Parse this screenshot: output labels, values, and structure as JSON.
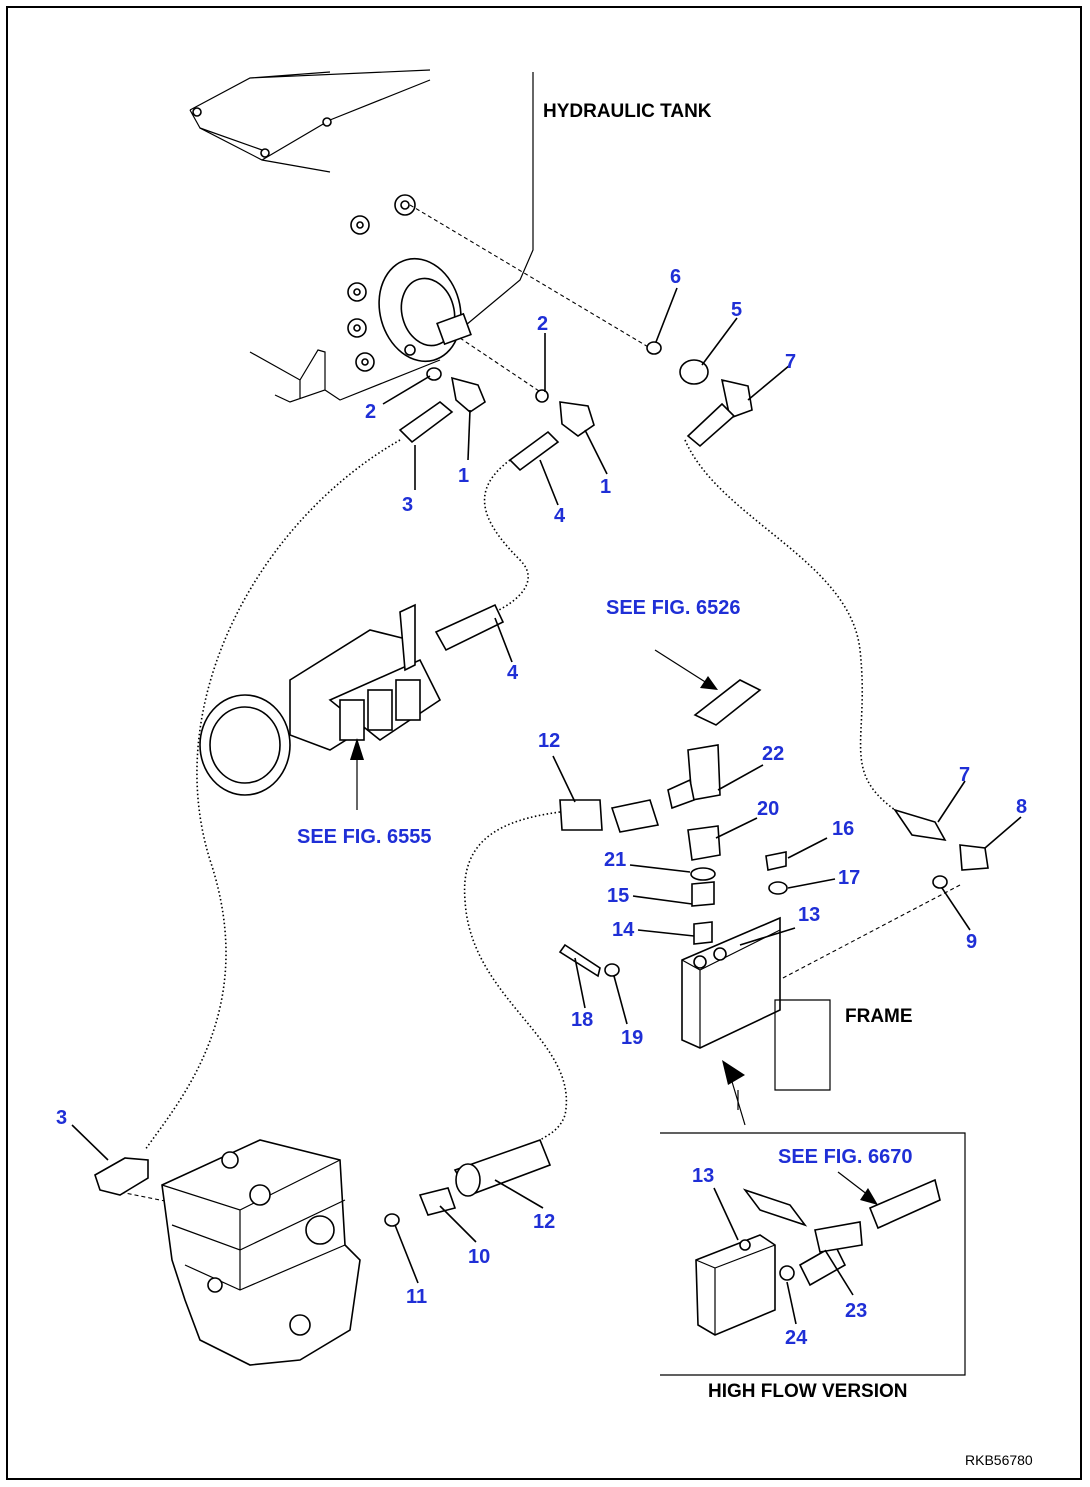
{
  "labels": {
    "hydraulic_tank": "HYDRAULIC TANK",
    "see_fig_6526": "SEE FIG. 6526",
    "see_fig_6555": "SEE FIG. 6555",
    "frame": "FRAME",
    "see_fig_6670": "SEE FIG. 6670",
    "high_flow_version": "HIGH FLOW VERSION",
    "drawing_code": "RKB56780"
  },
  "parts": {
    "p1a": "1",
    "p1b": "1",
    "p2a": "2",
    "p2b": "2",
    "p3a": "3",
    "p3b": "3",
    "p4a": "4",
    "p4b": "4",
    "p5": "5",
    "p6": "6",
    "p7a": "7",
    "p7b": "7",
    "p8": "8",
    "p9": "9",
    "p10": "10",
    "p11": "11",
    "p12a": "12",
    "p12b": "12",
    "p13a": "13",
    "p13b": "13",
    "p14": "14",
    "p15": "15",
    "p16": "16",
    "p17": "17",
    "p18": "18",
    "p19": "19",
    "p20": "20",
    "p21": "21",
    "p22": "22",
    "p23": "23",
    "p24": "24"
  }
}
